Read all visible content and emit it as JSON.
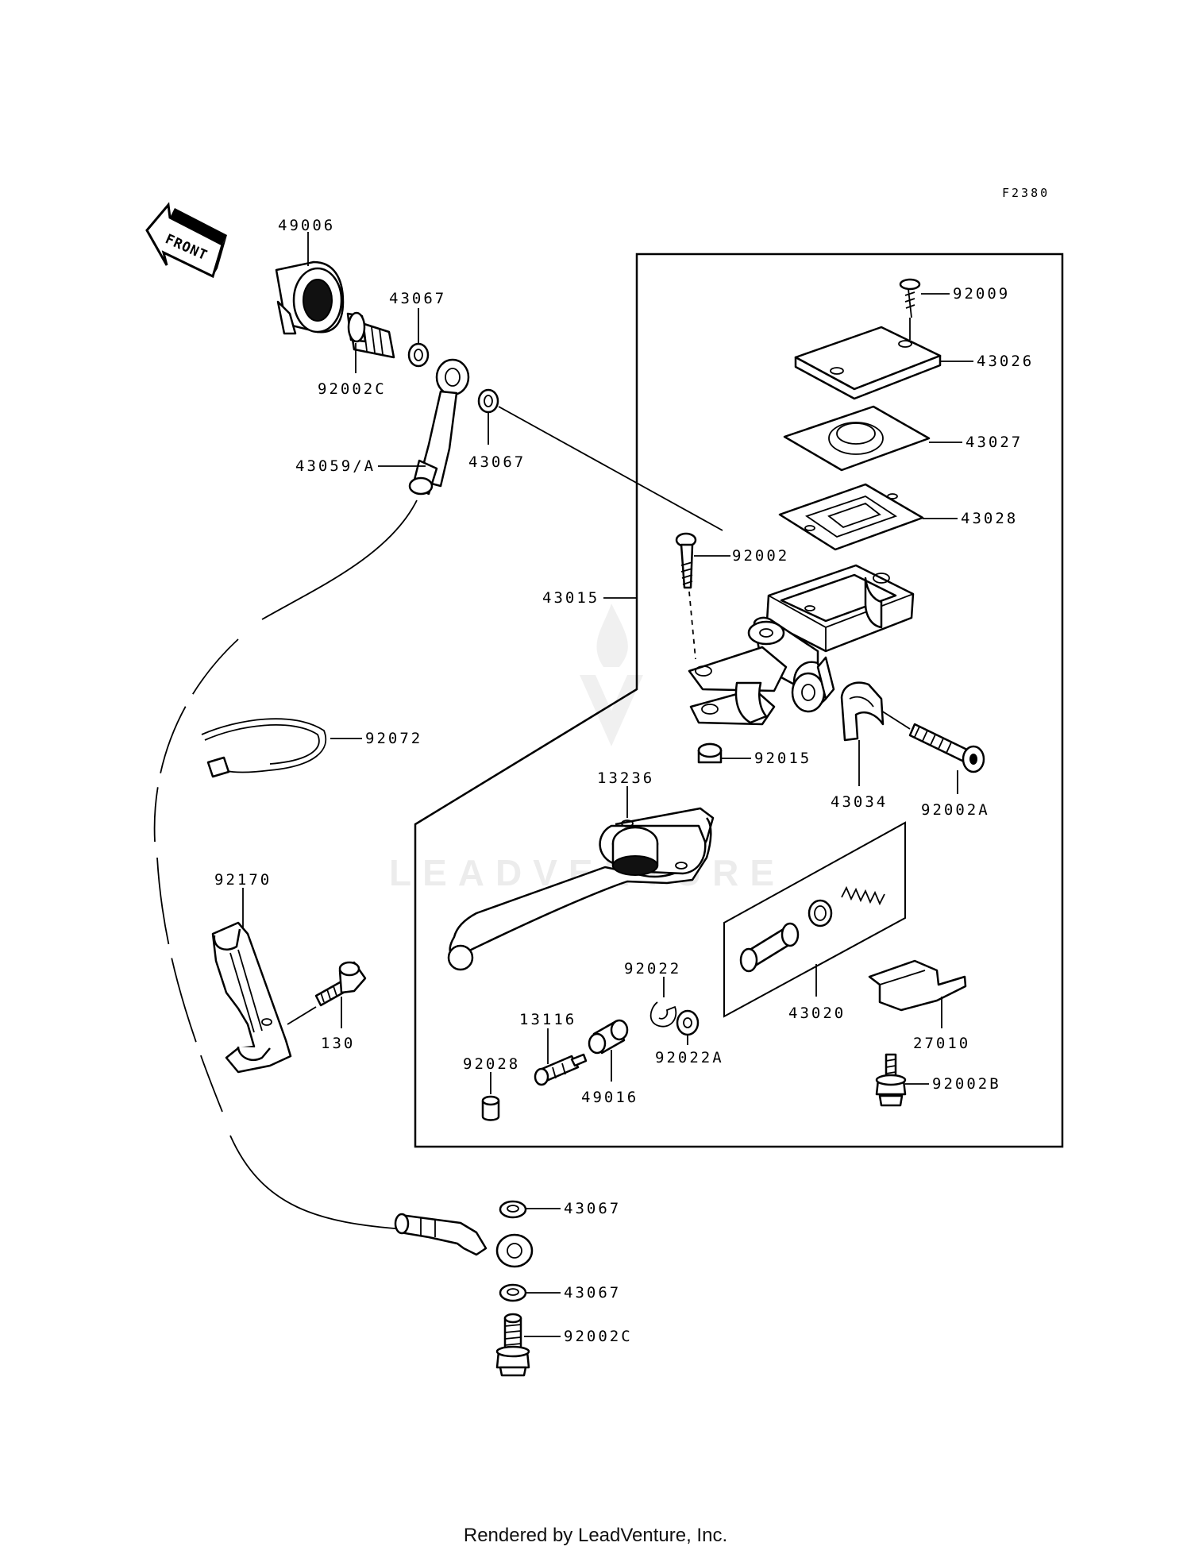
{
  "figure_code": "F2380",
  "front_marker": "FRONT",
  "watermark": "LEADVENTURE",
  "footer": "Rendered by LeadVenture, Inc.",
  "labels": {
    "p49006": "49006",
    "p43067_top": "43067",
    "p92002C_top": "92002C",
    "p43067_mid": "43067",
    "p43059A": "43059/A",
    "p92009": "92009",
    "p43026": "43026",
    "p43027": "43027",
    "p43028": "43028",
    "p92002": "92002",
    "p43015": "43015",
    "p92072": "92072",
    "p92015": "92015",
    "p43034": "43034",
    "p92002A": "92002A",
    "p13236": "13236",
    "p92170": "92170",
    "p130": "130",
    "p92022": "92022",
    "p92022A": "92022A",
    "p43020": "43020",
    "p27010": "27010",
    "p13116": "13116",
    "p92028": "92028",
    "p49016": "49016",
    "p92002B": "92002B",
    "p43067_b1": "43067",
    "p43067_b2": "43067",
    "p92002C_bot": "92002C"
  }
}
